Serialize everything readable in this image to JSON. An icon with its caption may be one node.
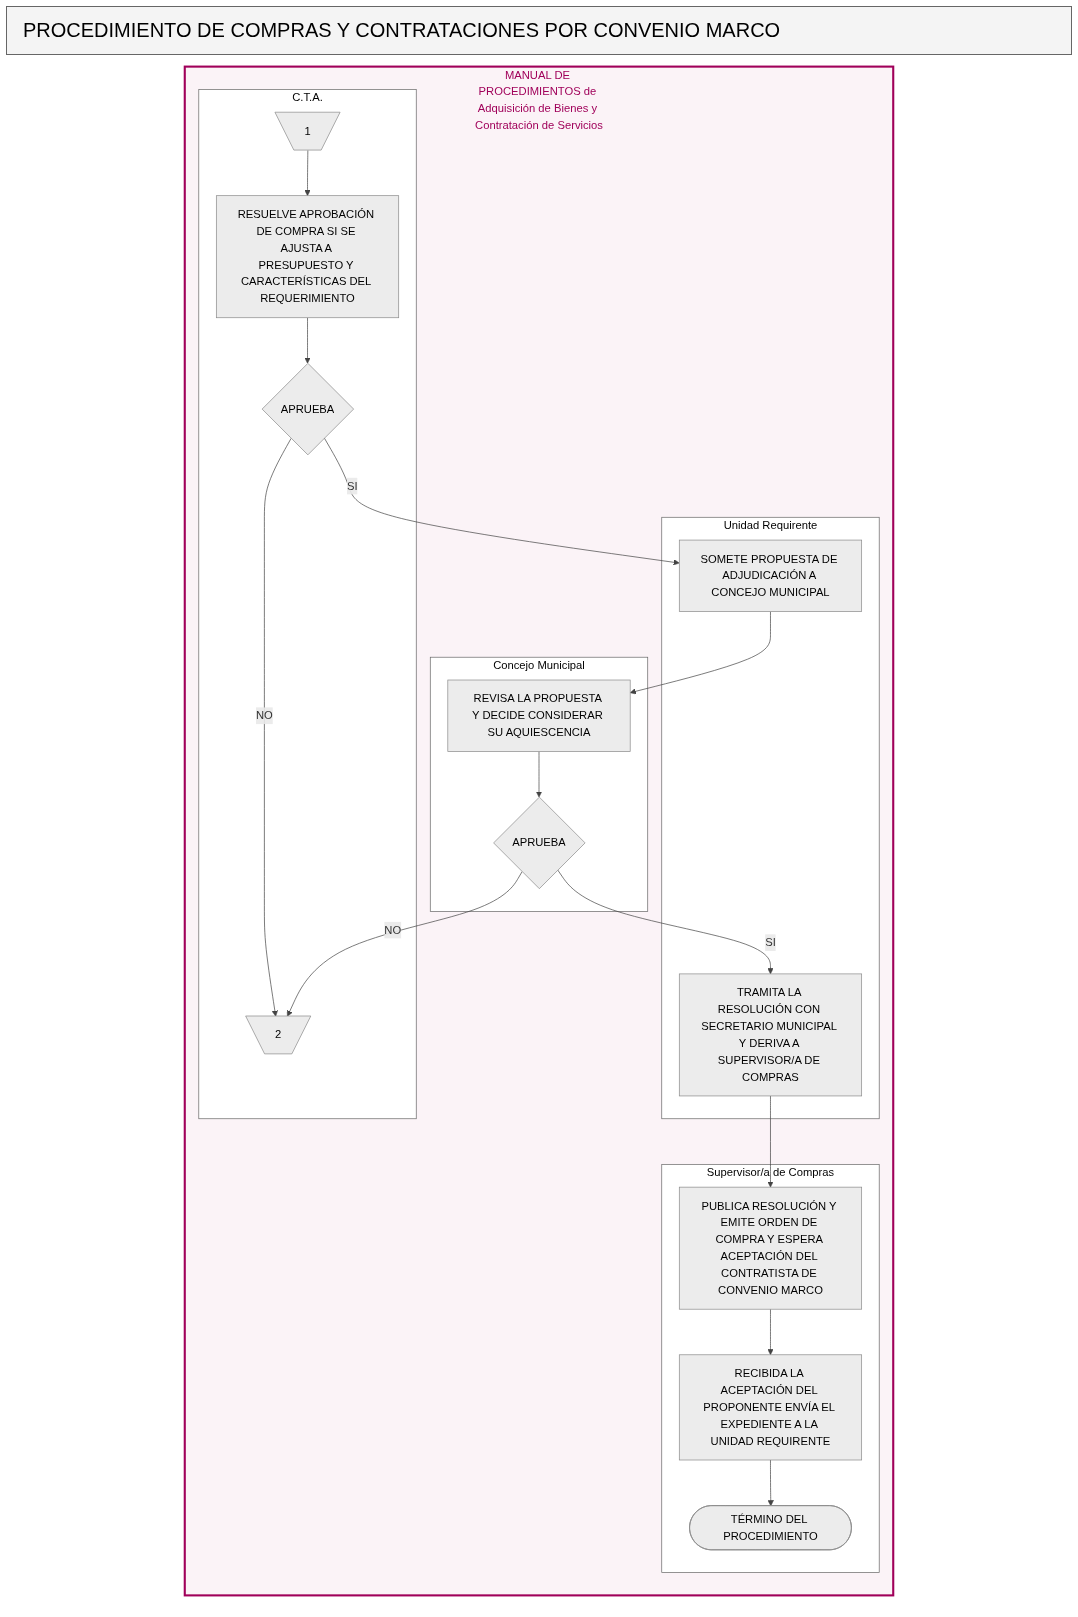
{
  "diagram": {
    "title": "PROCEDIMIENTO DE COMPRAS Y CONTRATACIONES POR CONVENIO MARCO",
    "nodes": [
      {
        "text": [
          "MANUAL DE PROCEDIMIENTOS de Adquisición de Bienes y Contratación de Servicios"
        ]
      },
      {
        "text": [
          "Supervisor/a de Compras"
        ],
        "in": 0
      },
      {
        "text": [
          "C.T.A."
        ],
        "in": 0
      },
      {
        "text": [
          "Unidad Requirente"
        ],
        "in": 0
      },
      {
        "text": [
          "Concejo Municipal"
        ],
        "in": 0
      },
      {
        "text": [
          "1"
        ],
        "in": 2
      },
      {
        "text": [
          "2"
        ],
        "in": 2
      },
      {
        "text": [
          "RESUELVE APROBACIÓN DE COMPRA SI SE AJUSTA A PRESUPUESTO Y CARACTERÍSTICAS DEL REQUERIMIENTO"
        ],
        "in": 2
      },
      {
        "text": [
          "APRUEBA"
        ],
        "in": 2
      },
      {
        "text": [
          "SOMETE PROPUESTA DE ADJUDICACIÓN A CONCEJO MUNICIPAL"
        ],
        "in": 3
      },
      {
        "text": [
          "REVISA LA PROPUESTA Y DECIDE CONSIDERAR SU AQUIESCENCIA"
        ],
        "in": 4
      },
      {
        "text": [
          "APRUEBA"
        ],
        "in": 4
      },
      {
        "text": [
          "TRAMITA LA RESOLUCIÓN CON SECRETARIO MUNICIPAL Y DERIVA A SUPERVISOR/A DE COMPRAS"
        ],
        "in": 3
      },
      {
        "text": [
          "PUBLICA RESOLUCIÓN Y EMITE ORDEN DE COMPRA Y ESPERA ACEPTACIÓN DEL CONTRATISTA DE CONVENIO MARCO"
        ],
        "in": 1
      },
      {
        "text": [
          "RECIBIDA LA ACEPTACIÓN DEL PROPONENTE ENVÍA EL EXPEDIENTE A LA UNIDAD REQUIRENTE"
        ],
        "in": 1
      },
      {
        "text": [
          "TÉRMINO DEL PROCEDIMIENTO"
        ],
        "in": 1
      }
    ],
    "edges": [
      {
        "from": 5,
        "to": 7,
        "arrow": "to"
      },
      {
        "from": 7,
        "to": 8,
        "arrow": "to"
      },
      {
        "from": 8,
        "to": 6,
        "arrow": "to",
        "label": "NO"
      },
      {
        "from": 8,
        "to": 9,
        "arrow": "to",
        "label": "SI"
      },
      {
        "from": 9,
        "to": 10,
        "arrow": "to"
      },
      {
        "from": 10,
        "to": 11,
        "arrow": "to"
      },
      {
        "from": 11,
        "to": 6,
        "arrow": "to",
        "label": "NO"
      },
      {
        "from": 11,
        "to": 12,
        "arrow": "to",
        "label": "SI"
      },
      {
        "from": 12,
        "to": 13,
        "arrow": "to"
      },
      {
        "from": 13,
        "to": 14,
        "arrow": "to"
      },
      {
        "from": 14,
        "to": 15,
        "arrow": "to"
      }
    ]
  }
}
